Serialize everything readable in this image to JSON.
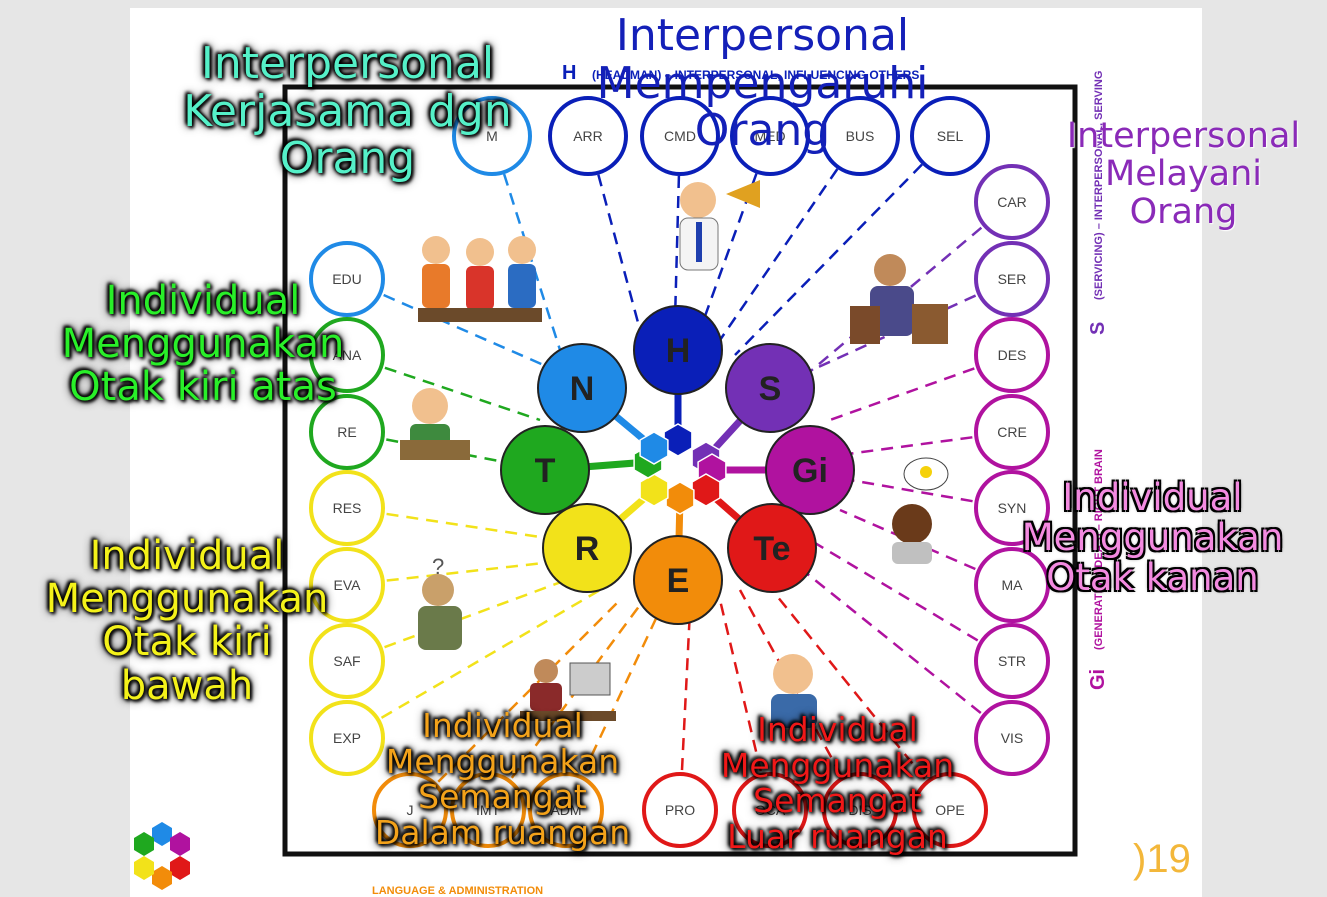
{
  "header": {
    "h_letter": "H",
    "h_caption": "(HEADMAN) – INTERPERSONAL, INFLUENCING OTHERS",
    "s_letter": "S",
    "s_caption": "(SERVICING) – INTERPERSONAL, SERVING",
    "gi_letter": "Gi",
    "gi_caption": "(GENERATING IDEAS) – RIGHT BRAIN",
    "bottom_caption": "LANGUAGE & ADMINISTRATION",
    "year_fragment": ")19"
  },
  "colors": {
    "H": "#0a1fb8",
    "S": "#7330b5",
    "Gi": "#b0129f",
    "Te": "#e01818",
    "E": "#f28c0a",
    "R": "#f2e21a",
    "T": "#1fa81f",
    "N": "#1f8ae6"
  },
  "hub": [
    {
      "label": "H",
      "color": "#0a1fb8"
    },
    {
      "label": "S",
      "color": "#7330b5"
    },
    {
      "label": "Gi",
      "color": "#b0129f"
    },
    {
      "label": "Te",
      "color": "#e01818"
    },
    {
      "label": "E",
      "color": "#f28c0a"
    },
    {
      "label": "R",
      "color": "#f2e21a"
    },
    {
      "label": "T",
      "color": "#1fa81f"
    },
    {
      "label": "N",
      "color": "#1f8ae6"
    }
  ],
  "top_circles": [
    {
      "label": "ARR",
      "color": "#0a1fb8"
    },
    {
      "label": "CMD",
      "color": "#0a1fb8"
    },
    {
      "label": "MED",
      "color": "#0a1fb8"
    },
    {
      "label": "BUS",
      "color": "#0a1fb8"
    },
    {
      "label": "SEL",
      "color": "#0a1fb8"
    }
  ],
  "top_left_circles": [
    {
      "label": "M",
      "color": "#1f8ae6"
    }
  ],
  "left_circles": [
    {
      "label": "EDU",
      "color": "#1f8ae6"
    },
    {
      "label": "ANA",
      "color": "#1fa81f"
    },
    {
      "label": "RE",
      "color": "#1fa81f"
    },
    {
      "label": "RES",
      "color": "#f2e21a"
    },
    {
      "label": "EVA",
      "color": "#f2e21a"
    },
    {
      "label": "SAF",
      "color": "#f2e21a"
    },
    {
      "label": "EXP",
      "color": "#f2e21a"
    }
  ],
  "right_circles": [
    {
      "label": "CAR",
      "color": "#7330b5"
    },
    {
      "label": "SER",
      "color": "#7330b5"
    },
    {
      "label": "DES",
      "color": "#b0129f"
    },
    {
      "label": "CRE",
      "color": "#b0129f"
    },
    {
      "label": "SYN",
      "color": "#b0129f"
    },
    {
      "label": "MA",
      "color": "#b0129f"
    },
    {
      "label": "STR",
      "color": "#b0129f"
    },
    {
      "label": "VIS",
      "color": "#b0129f"
    }
  ],
  "bottom_circles": [
    {
      "label": "J",
      "color": "#f28c0a"
    },
    {
      "label": "IMT",
      "color": "#f28c0a"
    },
    {
      "label": "ADM",
      "color": "#f28c0a"
    },
    {
      "label": "PRO",
      "color": "#e01818"
    },
    {
      "label": "OCA",
      "color": "#e01818"
    },
    {
      "label": "DIS",
      "color": "#e01818"
    },
    {
      "label": "OPE",
      "color": "#e01818"
    }
  ],
  "annotations": {
    "top_center": [
      "Interpersonal",
      "Mempengaruhi",
      "Orang"
    ],
    "top_left": [
      "Interpersonal",
      "Kerjasama dgn",
      "Orang"
    ],
    "top_right": [
      "Interpersonal",
      "Melayani",
      "Orang"
    ],
    "left_upper": [
      "Individual",
      "Menggunakan",
      "Otak kiri atas"
    ],
    "left_lower": [
      "Individual",
      "Menggunakan",
      "Otak kiri bawah"
    ],
    "right_mid": [
      "Individual",
      "Menggunakan",
      "Otak kanan"
    ],
    "bottom_left": [
      "Individual",
      "Menggunakan",
      "Semangat",
      "Dalam ruangan"
    ],
    "bottom_right": [
      "Individual",
      "Menggunakan",
      "Semangat",
      "Luar ruangan"
    ]
  }
}
